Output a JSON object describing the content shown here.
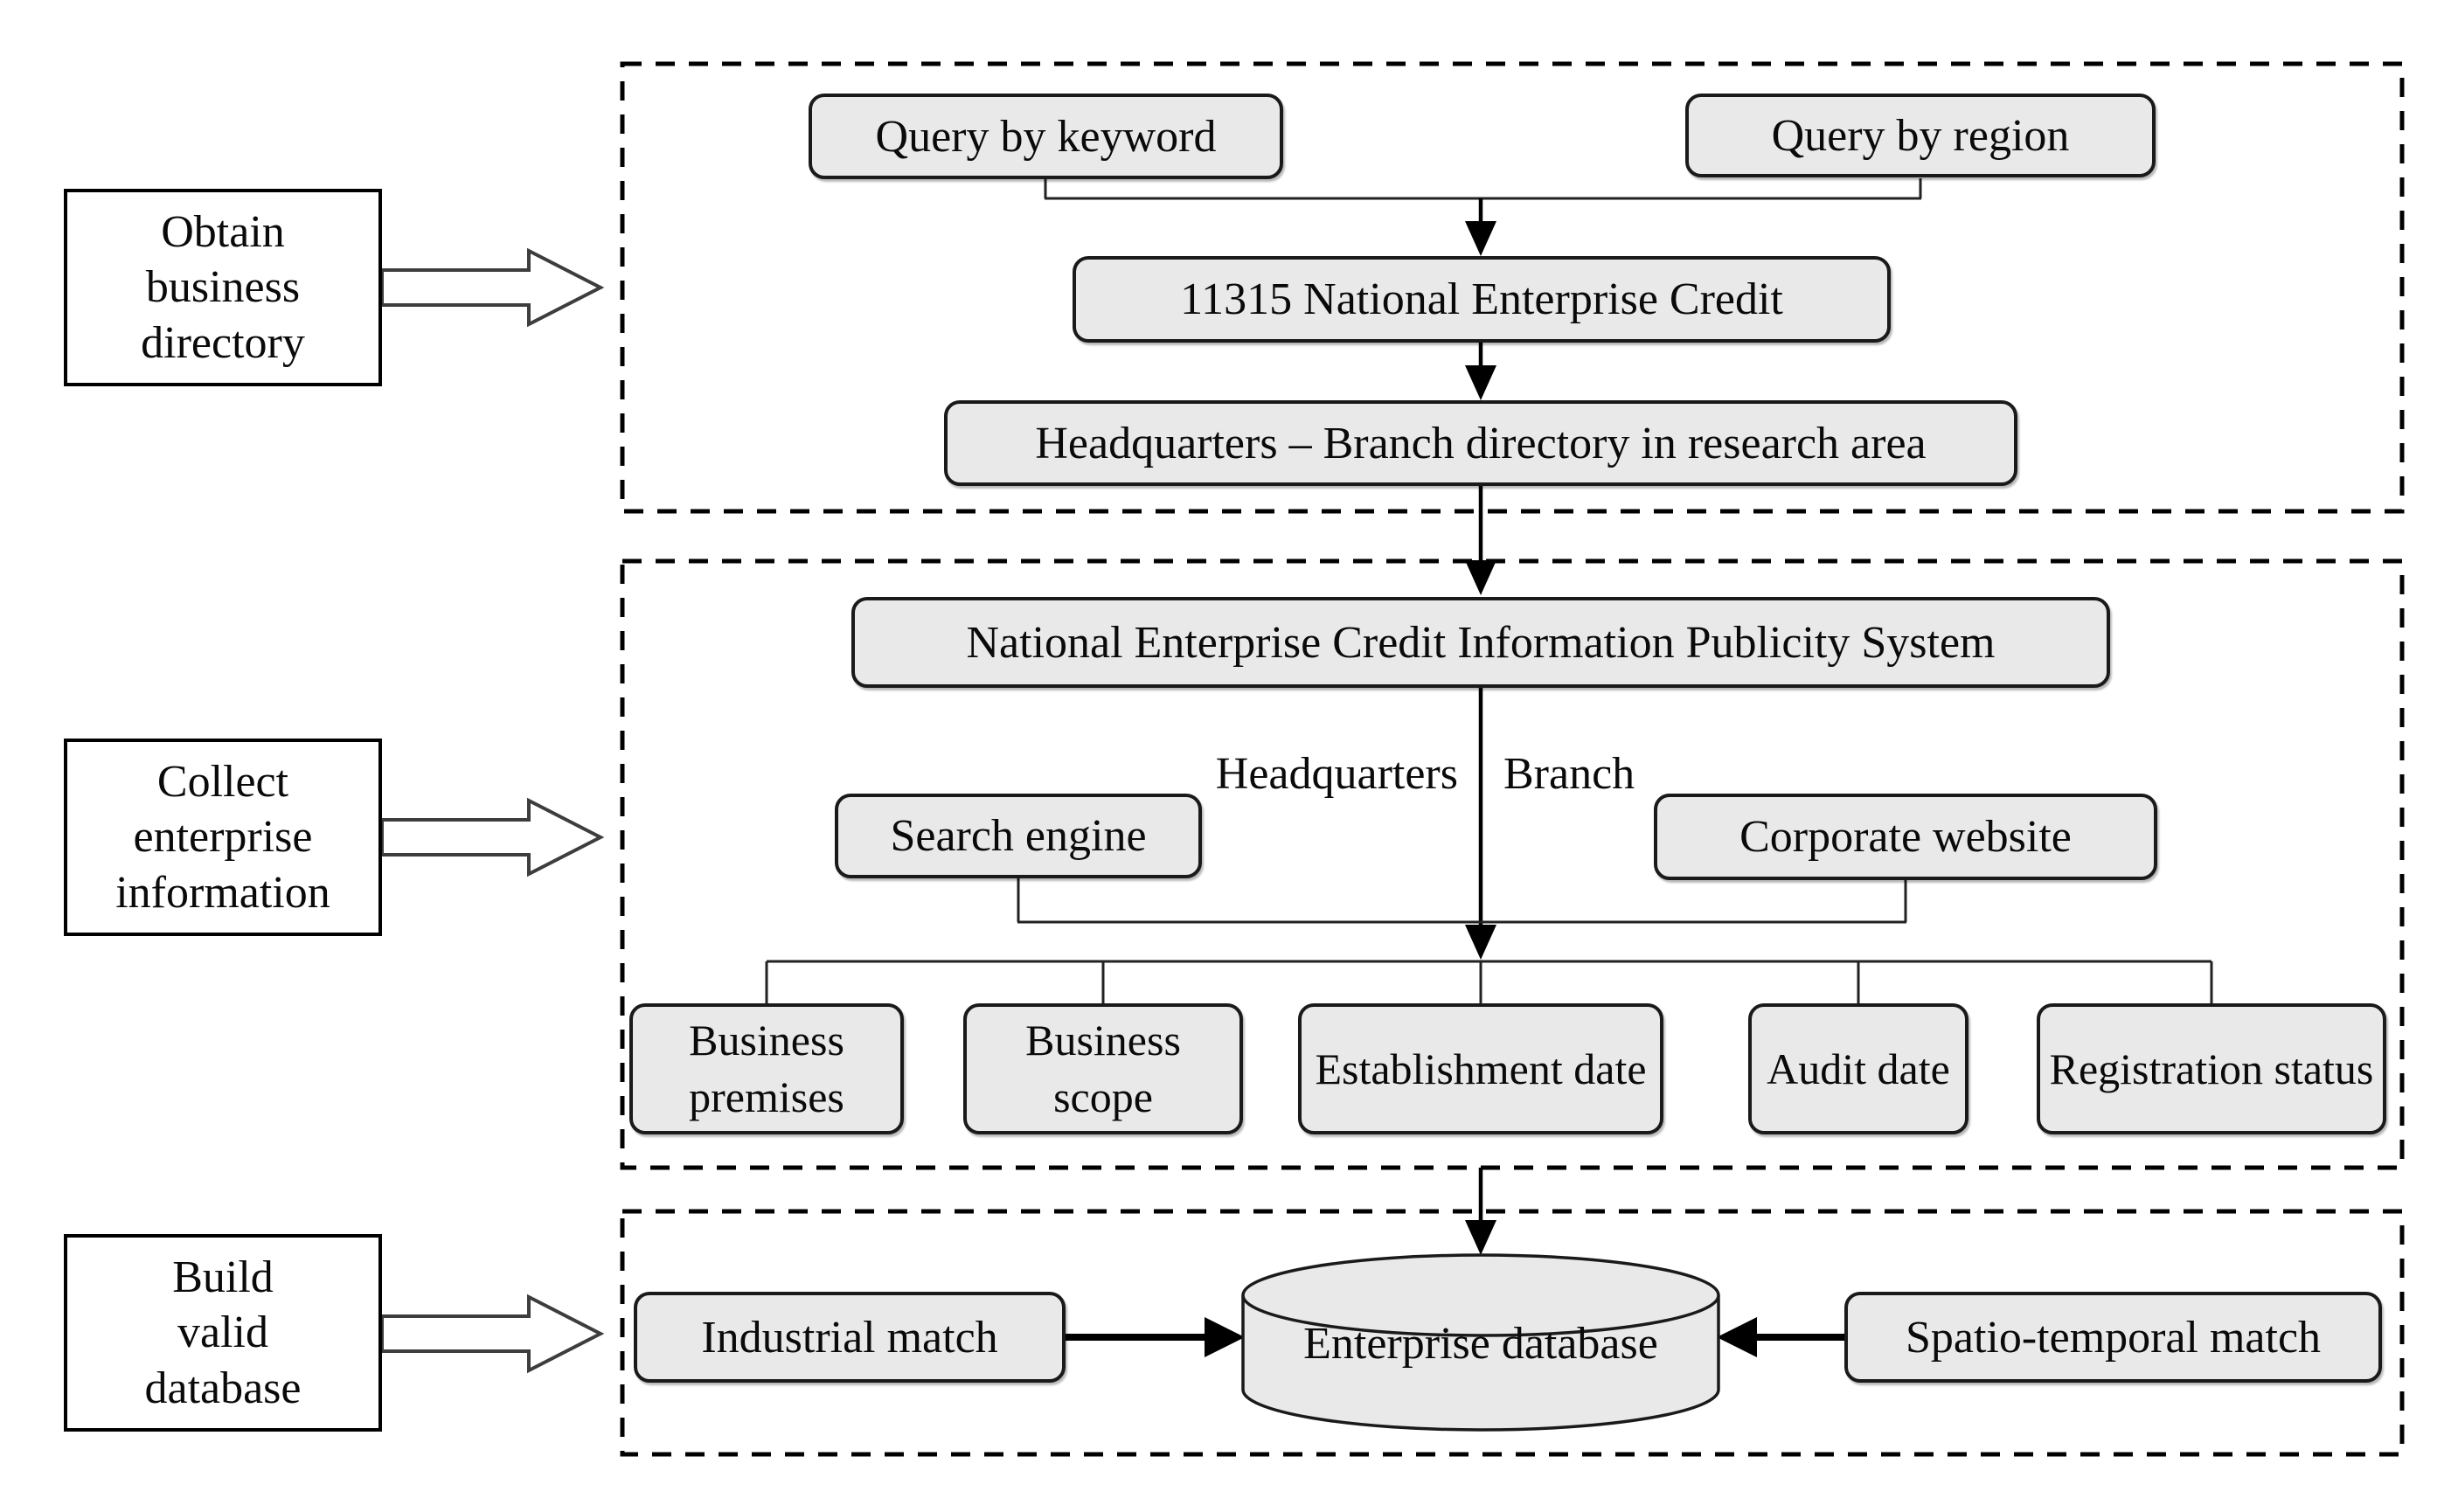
{
  "diagram": {
    "title_hint": "Enterprise database construction workflow",
    "colors": {
      "node_fill": "#e9e9e9",
      "node_border": "#1a1a1a",
      "line": "#000000",
      "thin_line": "#222222",
      "block_arrow_stroke": "#3d3d3d",
      "stage_fill": "#ffffff",
      "background": "#ffffff"
    },
    "stages": [
      {
        "label": "Obtain\nbusiness\ndirectory"
      },
      {
        "label": "Collect\nenterprise\ninformation"
      },
      {
        "label": "Build\nvalid\ndatabase"
      }
    ],
    "section1": {
      "query_by_keyword": "Query by keyword",
      "query_by_region": "Query by region",
      "credit_platform": "11315 National Enterprise Credit",
      "directory": "Headquarters – Branch directory in research area"
    },
    "section2": {
      "system": "National Enterprise Credit Information Publicity System",
      "headquarters_label": "Headquarters",
      "branch_label": "Branch",
      "search_engine": "Search engine",
      "corporate_website": "Corporate website",
      "attributes": [
        "Business premises",
        "Business scope",
        "Establishment date",
        "Audit date",
        "Registration status"
      ]
    },
    "section3": {
      "industrial_match": "Industrial match",
      "database": "Enterprise database",
      "spatio_temporal_match": "Spatio-temporal match"
    }
  }
}
